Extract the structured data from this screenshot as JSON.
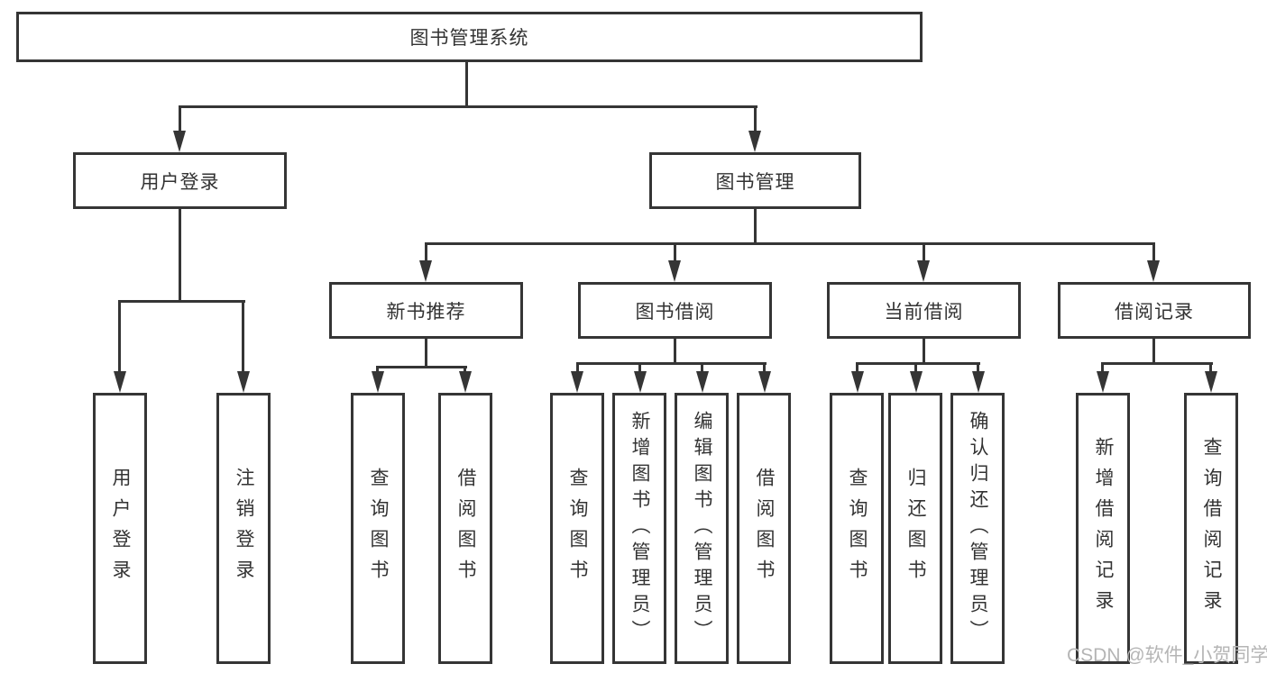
{
  "tree": {
    "root": "图书管理系统",
    "branches": [
      {
        "label": "用户登录",
        "children": [
          "用户登录",
          "注销登录"
        ]
      },
      {
        "label": "图书管理",
        "groups": [
          {
            "label": "新书推荐",
            "children": [
              "查询图书",
              "借阅图书"
            ]
          },
          {
            "label": "图书借阅",
            "children": [
              "查询图书",
              "新增图书（管理员）",
              "编辑图书（管理员）",
              "借阅图书"
            ]
          },
          {
            "label": "当前借阅",
            "children": [
              "查询图书",
              "归还图书",
              "确认归还（管理员）"
            ]
          },
          {
            "label": "借阅记录",
            "children": [
              "新增借阅记录",
              "查询借阅记录"
            ]
          }
        ]
      }
    ]
  },
  "watermark": {
    "text": "CSDN @软件_小贺同学"
  },
  "colors": {
    "line": "#353535",
    "text": "#333333",
    "background": "#ffffff",
    "watermark": "#b5b5b5"
  }
}
